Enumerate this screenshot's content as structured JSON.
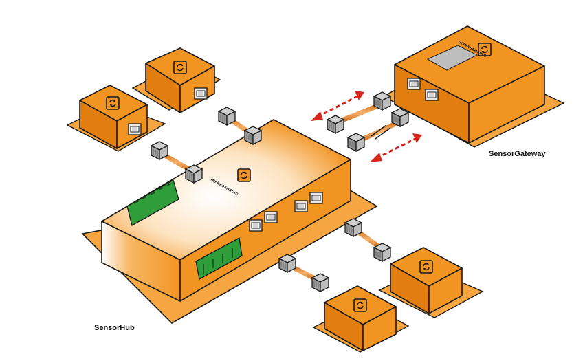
{
  "labels": {
    "sensor_hub": "SensorHub",
    "sensor_gateway": "SensorGateway"
  },
  "brand_text": "INFRASENSING",
  "colors": {
    "orange": "#f29422",
    "orange_dark": "#e27d10",
    "orange_light": "#f9b560",
    "shadow": "#f6a640",
    "terminal_green": "#2f9e3a",
    "connector_grey": "#8c8c8c",
    "arrow_red": "#d9261c"
  },
  "icons": {
    "logo": "refresh-arrows-icon",
    "port": "rj45-port-icon"
  }
}
